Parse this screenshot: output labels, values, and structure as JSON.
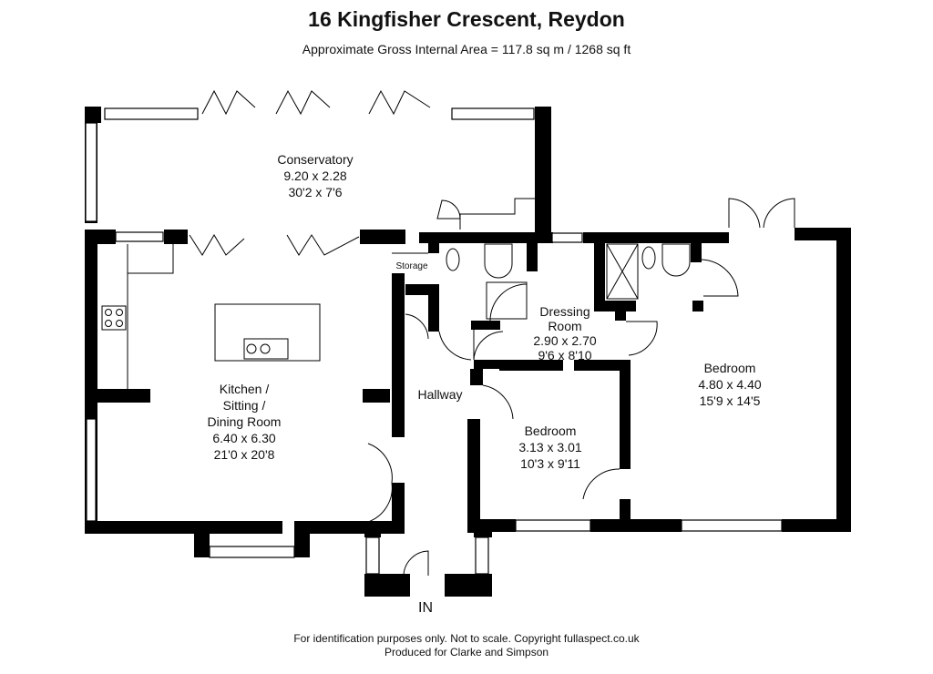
{
  "header": {
    "title": "16 Kingfisher Crescent, Reydon",
    "area": "Approximate Gross Internal Area = 117.8 sq m / 1268 sq ft"
  },
  "rooms": {
    "conservatory": {
      "name": "Conservatory",
      "metric": "9.20 x 2.28",
      "imperial": "30'2 x 7'6"
    },
    "kitchen": {
      "line1": "Kitchen /",
      "line2": "Sitting /",
      "line3": "Dining Room",
      "metric": "6.40 x 6.30",
      "imperial": "21'0 x 20'8"
    },
    "storage": {
      "name": "Storage"
    },
    "hallway": {
      "name": "Hallway"
    },
    "dressing": {
      "line1": "Dressing",
      "line2": "Room",
      "metric": "2.90 x 2.70",
      "imperial": "9'6 x 8'10"
    },
    "bedroom_small": {
      "name": "Bedroom",
      "metric": "3.13 x 3.01",
      "imperial": "10'3 x 9'11"
    },
    "bedroom_large": {
      "name": "Bedroom",
      "metric": "4.80 x 4.40",
      "imperial": "15'9 x 14'5"
    }
  },
  "entrance": {
    "label": "IN"
  },
  "footer": {
    "line1": "For identification purposes only. Not to scale. Copyright fullaspect.co.uk",
    "line2": "Produced for Clarke and Simpson"
  },
  "colors": {
    "wall": "#000000",
    "background": "#ffffff",
    "fixture_line": "#555555"
  }
}
